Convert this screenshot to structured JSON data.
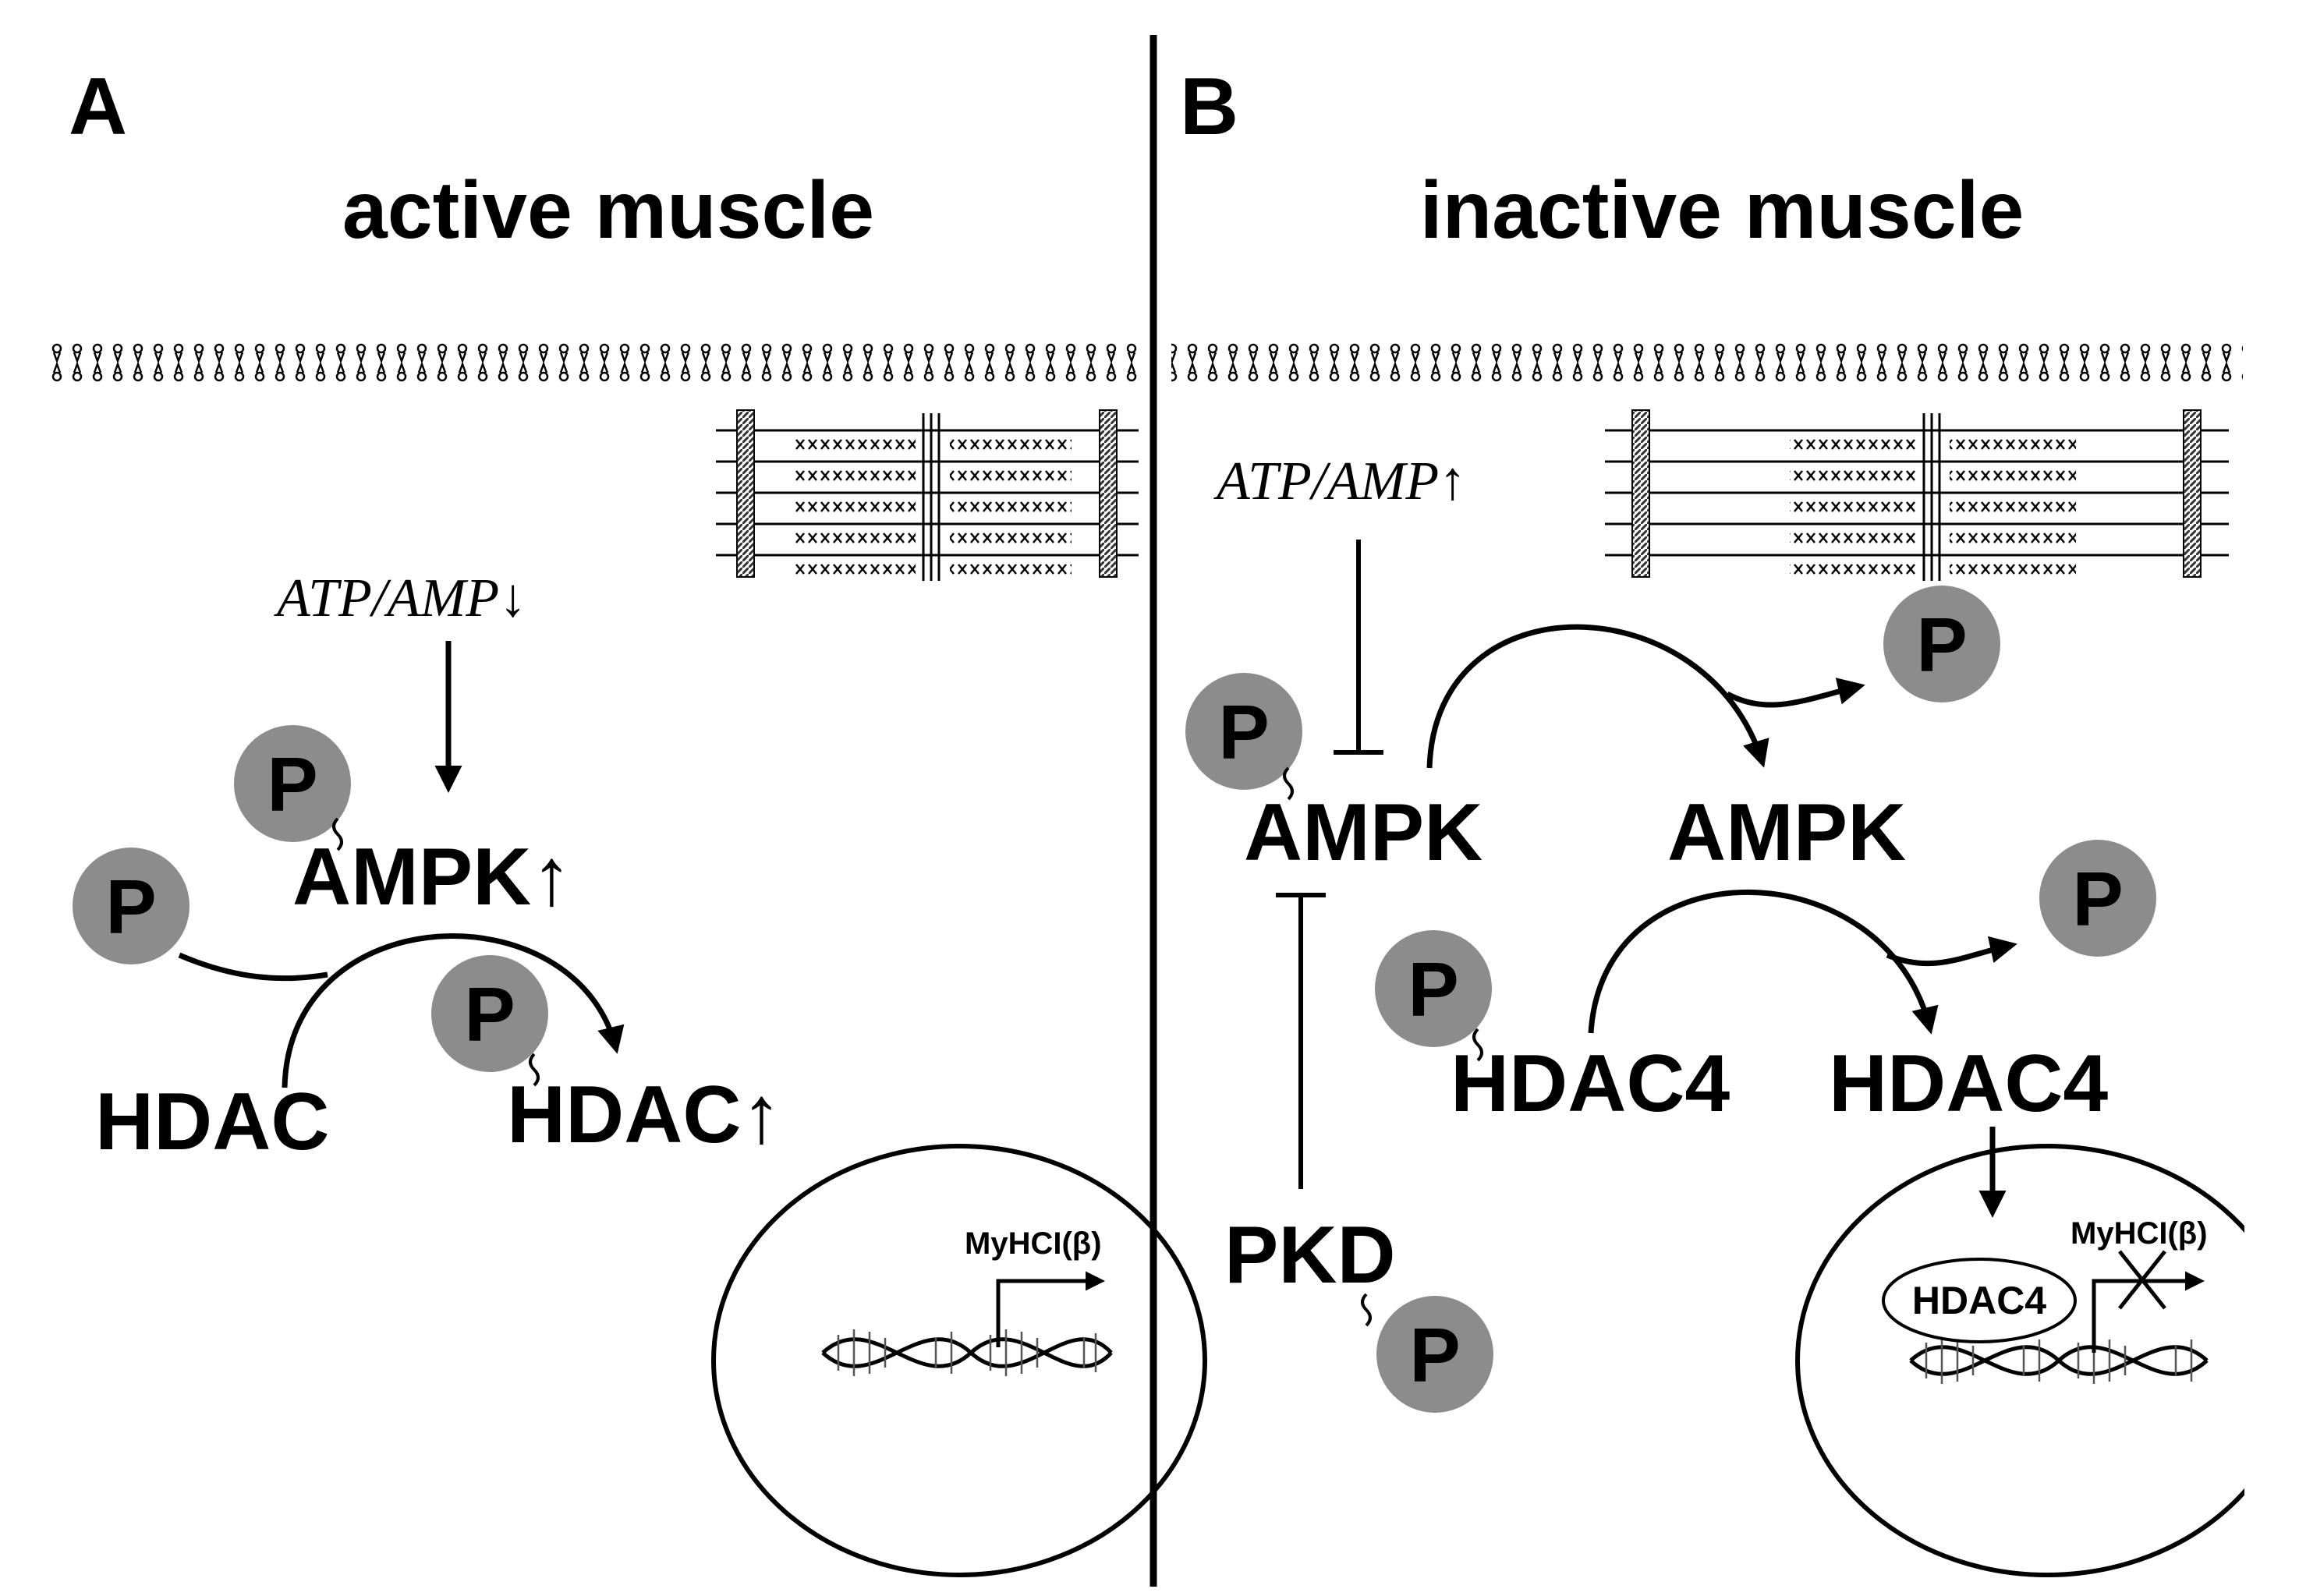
{
  "panels": [
    {
      "letter": "A",
      "title": "active muscle"
    },
    {
      "letter": "B",
      "title": "inactive muscle"
    }
  ],
  "phospho_label": "P",
  "panel_a": {
    "energy": "ATP/AMP↓",
    "ampk": "AMPK↑",
    "hdac_left": "HDAC",
    "hdac_right": "HDAC↑",
    "gene": "MyHCI(β)"
  },
  "panel_b": {
    "energy": "ATP/AMP↑",
    "ampk_left": "AMPK",
    "ampk_right": "AMPK",
    "hdac4_left": "HDAC4",
    "hdac4_right": "HDAC4",
    "pkd": "PKD",
    "hdac4_nuclear": "HDAC4",
    "gene": "MyHCI(β)"
  }
}
